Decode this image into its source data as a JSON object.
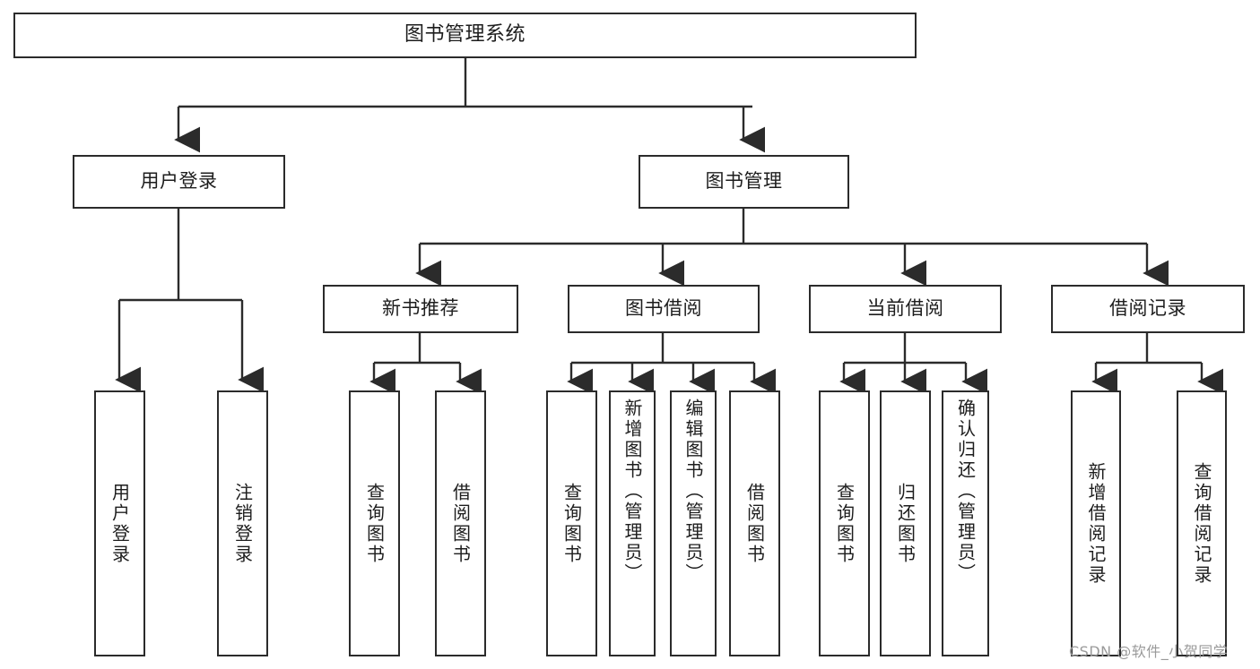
{
  "diagram": {
    "title_node": {
      "label": "图书管理系统"
    },
    "level2": [
      {
        "label": "用户登录"
      },
      {
        "label": "图书管理"
      }
    ],
    "level3": [
      {
        "label": "新书推荐"
      },
      {
        "label": "图书借阅"
      },
      {
        "label": "当前借阅"
      },
      {
        "label": "借阅记录"
      }
    ],
    "leaves": [
      {
        "label": "用户登录"
      },
      {
        "label": "注销登录"
      },
      {
        "label": "查询图书"
      },
      {
        "label": "借阅图书"
      },
      {
        "label": "查询图书"
      },
      {
        "label": "新增图书（管理员）"
      },
      {
        "label": "编辑图书（管理员）"
      },
      {
        "label": "借阅图书"
      },
      {
        "label": "查询图书"
      },
      {
        "label": "归还图书"
      },
      {
        "label": "确认归还（管理员）"
      },
      {
        "label": "新增借阅记录"
      },
      {
        "label": "查询借阅记录"
      }
    ],
    "watermark": "CSDN @软件_小贺同学",
    "colors": {
      "stroke": "#2b2b2b",
      "fill": "#ffffff",
      "text": "#1d1d1d",
      "watermark": "#9a9a9a"
    }
  },
  "chart_data": {
    "type": "table",
    "title": "图书管理系统 功能结构图",
    "root": "图书管理系统",
    "tree": [
      {
        "name": "用户登录",
        "children": [
          "用户登录",
          "注销登录"
        ]
      },
      {
        "name": "图书管理",
        "children": [
          {
            "name": "新书推荐",
            "children": [
              "查询图书",
              "借阅图书"
            ]
          },
          {
            "name": "图书借阅",
            "children": [
              "查询图书",
              "新增图书（管理员）",
              "编辑图书（管理员）",
              "借阅图书"
            ]
          },
          {
            "name": "当前借阅",
            "children": [
              "查询图书",
              "归还图书",
              "确认归还（管理员）"
            ]
          },
          {
            "name": "借阅记录",
            "children": [
              "新增借阅记录",
              "查询借阅记录"
            ]
          }
        ]
      }
    ]
  }
}
